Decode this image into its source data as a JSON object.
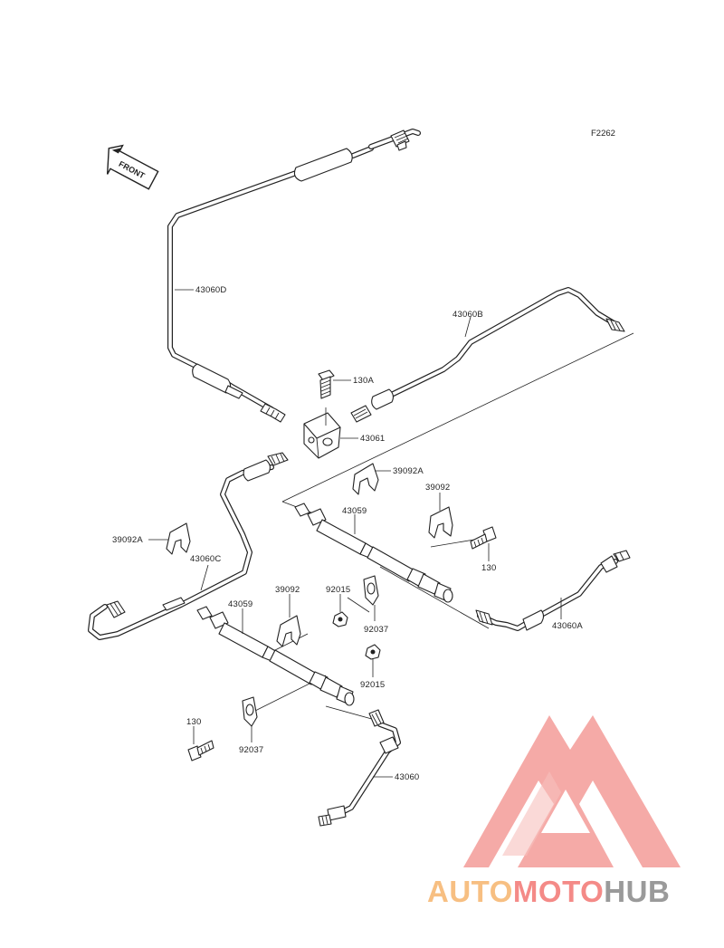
{
  "figure_code": "F2262",
  "front_label": "FRONT",
  "parts": {
    "p43060D": "43060D",
    "p43060B": "43060B",
    "p130A": "130A",
    "p43061": "43061",
    "p39092A_top": "39092A",
    "p39092_top": "39092",
    "p43059_top": "43059",
    "p130_right": "130",
    "p39092A_left": "39092A",
    "p43060C": "43060C",
    "p39092_mid": "39092",
    "p92015_top": "92015",
    "p43059_mid": "43059",
    "p92037_top": "92037",
    "p92015_bottom": "92015",
    "p43060A": "43060A",
    "p130_left": "130",
    "p92037_bottom": "92037",
    "p43060": "43060"
  },
  "watermark": {
    "part1": "AUTO",
    "part2": "MOTO",
    "part3": "HUB",
    "colors": {
      "auto": "#f7bf82",
      "moto": "#f48a87",
      "hub": "#9a9a9a",
      "logo_fill": "#f4a3a0"
    }
  }
}
